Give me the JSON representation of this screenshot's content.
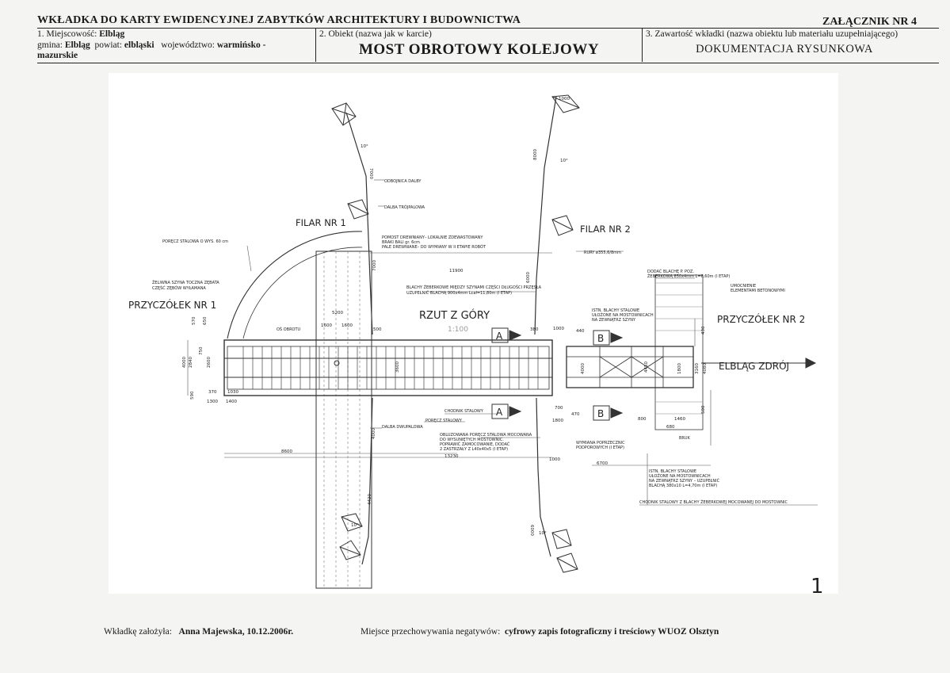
{
  "header": {
    "title": "WKŁADKA DO KARTY EWIDENCYJNEJ ZABYTKÓW ARCHITEKTURY I BUDOWNICTWA",
    "annex": "ZAŁĄCZNIK NR 4",
    "field1": {
      "label_place": "1. Miejscowość:",
      "place": "Elbląg",
      "label_gmina": "gmina:",
      "gmina": "Elbląg",
      "label_powiat": "powiat:",
      "powiat": "elbląski",
      "label_woj": "województwo:",
      "woj_line1": "warmińsko -",
      "woj_line2": "mazurskie"
    },
    "field2": {
      "label": "2. Obiekt (nazwa jak w karcie)",
      "value": "MOST OBROTOWY KOLEJOWY"
    },
    "field3": {
      "label": "3. Zawartość wkładki (nazwa obiektu lub materiału uzupełniającego)",
      "value": "DOKUMENTACJA RYSUNKOWA"
    }
  },
  "drawing": {
    "filar1": "FILAR NR 1",
    "filar2": "FILAR NR 2",
    "przyczolek1": "PRZYCZÓŁEK NR 1",
    "przyczolek2": "PRZYCZÓŁEK NR 2",
    "rzut": "RZUT Z GÓRY",
    "scale": "1:100",
    "elblag": "ELBLĄG ZDRÓJ",
    "section_a": "A",
    "section_b": "B",
    "page_number": "1",
    "notes": {
      "odbojnica": "ODBOJNICA DALBY",
      "dalba3": "DALBA TRÓJPALOWA",
      "pomost1": "POMOST DREWNIANY– LOKALNIE ZDEWASTOWANY",
      "pomost2": "BRAKI BALI gr. 6cm",
      "pomost3": "PALE DREWNIANE– DO WYMIANY W II ETAPIE ROBÓT",
      "porecz60": "PORĘCZ STALOWA O WYS. 60 cm",
      "szyna1": "ŻELIWNA SZYNA TOCZNA ZĘBATA",
      "szyna2": "CZĘŚĆ ZĘBÓW WYŁAMANA",
      "os": "OŚ OBROTU",
      "blachy1": "BLACHY ŻEBERKOWE MIĘDZY SZYNAMI CZĘŚCI DŁUGOŚCI PRZĘSŁA",
      "blachy2": "UZUPEŁNIĆ BLACHĄ 900x4mm Lcał=11,80m (I ETAP)",
      "rury": "RURY ø355,6/8mm",
      "dodac1": "DODAĆ BLACHĘ P. POZ.",
      "dodac2": "ŻEBERKOWĄ 850x4mm L=6,60m (I ETAP)",
      "umocnienie1": "UMOCNIENIE",
      "umocnienie2": "ELEMENTAMI BETONOWYMI",
      "istn1": "ISTN. BLACHY STALOWE",
      "istn2": "UŁOŻONE NA MOSTOWNICACH",
      "istn3": "NA ZEWNĄTRZ SZYNY",
      "chodnik": "CHODNIK STALOWY",
      "porecz": "PORĘCZ STALOWY",
      "dalba2": "DALBA DWUPALOWA",
      "obluz1": "OBLUZOWANA PORĘCZ STALOWA MOCOWANA",
      "obluz2": "DO WYSUNIĘTYCH MOSTOWNIC.",
      "obluz3": "POPRAWIĆ ZAMOCOWANIE, DODAĆ",
      "obluz4": "2 ZASTRZAŁY Z L40x40x5 (I ETAP)",
      "wymiana1": "WYMIANA POPRZECZNIC",
      "wymiana2": "PODPOROWYCH (I ETAP)",
      "bruk": "BRUK",
      "istnb1": "ISTN. BLACHY STALOWE",
      "istnb2": "UŁOŻONE NA MOSTOWNICACH",
      "istnb3": "NA ZEWNĄTRZ SZYNY – UZUPEŁNIĆ",
      "istnb4": "BLACHĄ 380x10 L=4,70m (I ETAP)",
      "chodnik2": "CHODNIK STALOWY Z BLACHY ŻEBERKOWEJ MOCOWANEJ DO MOSTOWNIC"
    },
    "dims": {
      "d1000a": "1000",
      "d7000a": "7000",
      "d8000": "8000",
      "d10a": "10°",
      "d10b": "10°",
      "d10c": "10°",
      "d10d": "10°",
      "d11900": "11900",
      "d7000b": "7000",
      "d6000a": "6000",
      "d5200": "5200",
      "d1600a": "1600",
      "d1600b": "1600",
      "d500": "500",
      "d380": "380",
      "d1000b": "1000",
      "d440": "440",
      "d570": "570",
      "d650": "650",
      "d4000a": "4000",
      "d2840": "2840",
      "d750": "750",
      "d2600": "2600",
      "d590": "590",
      "d370": "370",
      "d1030": "1030",
      "d1300": "1300",
      "d1400": "1400",
      "d3600": "3600",
      "d4000b": "4000",
      "d4450": "4450",
      "d1800a": "1800",
      "d3160": "3160",
      "d4080": "4080",
      "d430": "430",
      "d700": "700",
      "d470": "470",
      "d1800b": "1800",
      "d800": "800",
      "d1460": "1460",
      "d680": "680",
      "d500b": "500",
      "d8600": "8600",
      "d4000c": "4000",
      "d13230": "13230",
      "d1000c": "1000",
      "d6700": "6700",
      "d4420": "4420",
      "d6000b": "6000"
    }
  },
  "footer": {
    "author_label": "Wkładkę założyła:",
    "author": "Anna Majewska, 10.12.2006r.",
    "storage_label": "Miejsce przechowywania negatywów:",
    "storage": "cyfrowy zapis fotograficzny i treściowy WUOZ Olsztyn"
  }
}
